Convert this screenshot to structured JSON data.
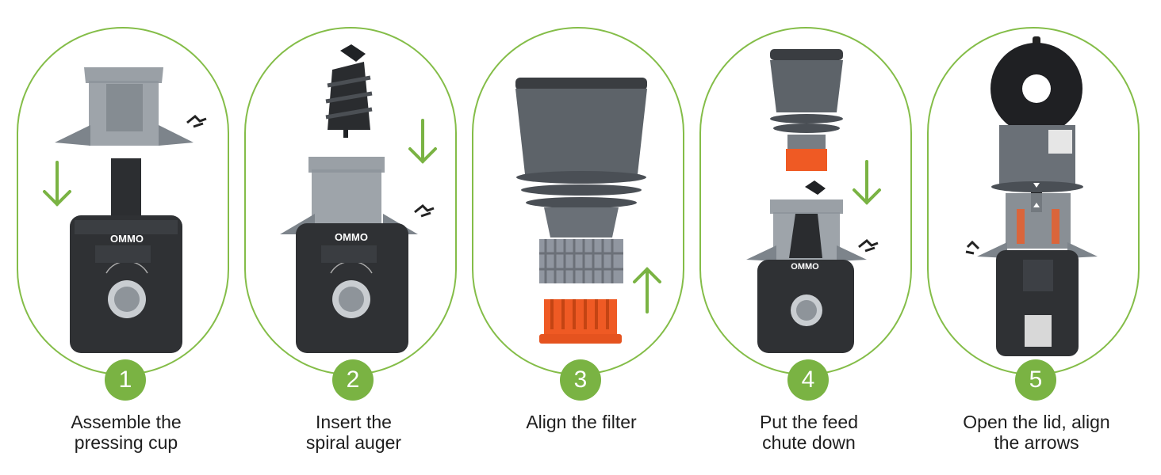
{
  "accent_color": "#84bd48",
  "brand": "OMMO",
  "steps": [
    {
      "number": "1",
      "caption_line1": "Assemble the",
      "caption_line2": "pressing cup",
      "arrow": "down-arrow-icon"
    },
    {
      "number": "2",
      "caption_line1": "Insert the",
      "caption_line2": "spiral auger",
      "arrow": "down-arrow-icon"
    },
    {
      "number": "3",
      "caption_line1": "Align the filter",
      "caption_line2": "",
      "arrow": "up-arrow-icon"
    },
    {
      "number": "4",
      "caption_line1": "Put the feed",
      "caption_line2": "chute down",
      "arrow": "down-arrow-icon"
    },
    {
      "number": "5",
      "caption_line1": "Open the lid, align",
      "caption_line2": "the arrows",
      "arrow": ""
    }
  ]
}
